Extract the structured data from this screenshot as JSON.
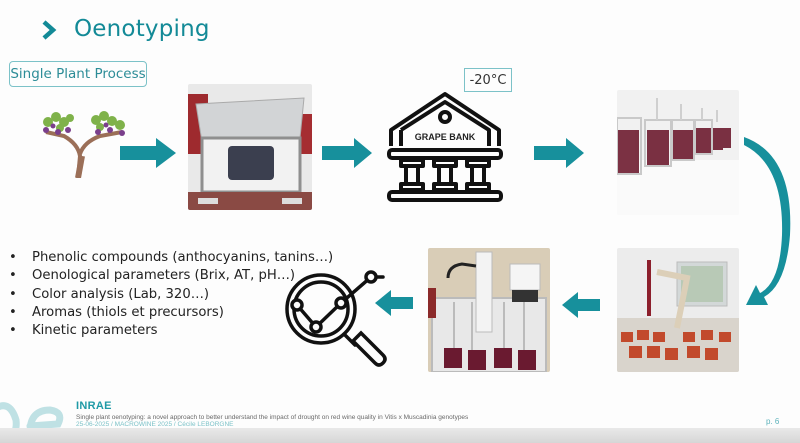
{
  "slide": {
    "title": "Oenotyping",
    "process_label": "Single Plant Process",
    "temperature_label": "-20°C",
    "grape_bank_label": "GRAPE BANK",
    "analyses": [
      "Phenolic compounds (anthocyanins, tanins…)",
      "Oenological parameters (Brix, AT, pH…)",
      "Color analysis (Lab, 320…)",
      "Aromas (thiols et precursors)",
      "Kinetic parameters"
    ],
    "bullet_char": "•",
    "icons": {
      "title": "chevron-right-icon",
      "plant": "grapevine-icon",
      "bank": "grape-bank-building-icon",
      "analysis": "magnifier-chart-icon",
      "flow": "arrow-icon"
    },
    "colors": {
      "accent": "#138a97",
      "arrow": "#17909c",
      "box_border": "#7cc2c8"
    }
  },
  "footer": {
    "logo": "INRAE",
    "subtitle": "Single plant oenotyping: a novel approach to better understand the impact of drought  on red wine quality in Vitis x Muscadinia genotypes",
    "meta": "25-06-2025 / MACROWINE 2025 / Cécile LEBORGNE",
    "page": "p. 6"
  }
}
